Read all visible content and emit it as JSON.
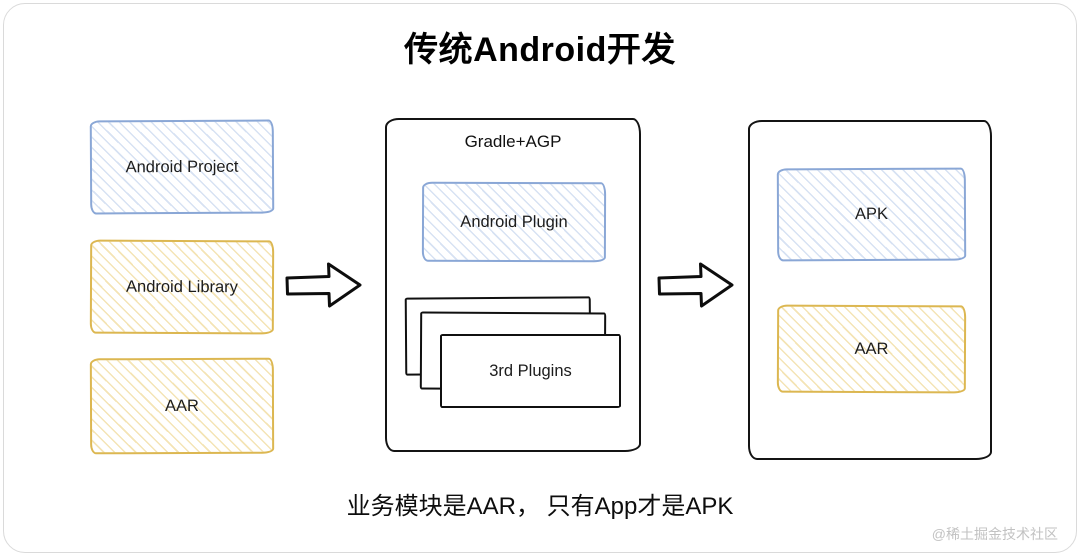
{
  "title": "传统Android开发",
  "left_column": {
    "items": [
      {
        "label": "Android Project",
        "color": "blue"
      },
      {
        "label": "Android Library",
        "color": "yellow"
      },
      {
        "label": "AAR",
        "color": "yellow"
      }
    ]
  },
  "gradle_container": {
    "title": "Gradle+AGP",
    "plugin_label": "Android Plugin",
    "third_party_label": "3rd Plugins"
  },
  "output_container": {
    "items": [
      {
        "label": "APK",
        "color": "blue"
      },
      {
        "label": "AAR",
        "color": "yellow"
      }
    ]
  },
  "caption": "业务模块是AAR， 只有App才是APK",
  "watermark": "@稀土掘金技术社区",
  "icons": {
    "flow_arrow": "right-block-arrow"
  },
  "colors": {
    "blue_border": "#8aa7d6",
    "blue_hatch": "#d7e2f3",
    "yellow_border": "#dcb751",
    "yellow_hatch": "#f4e4b5",
    "ink": "#0d0d0d",
    "watermark_gray": "#c2c2c2"
  }
}
